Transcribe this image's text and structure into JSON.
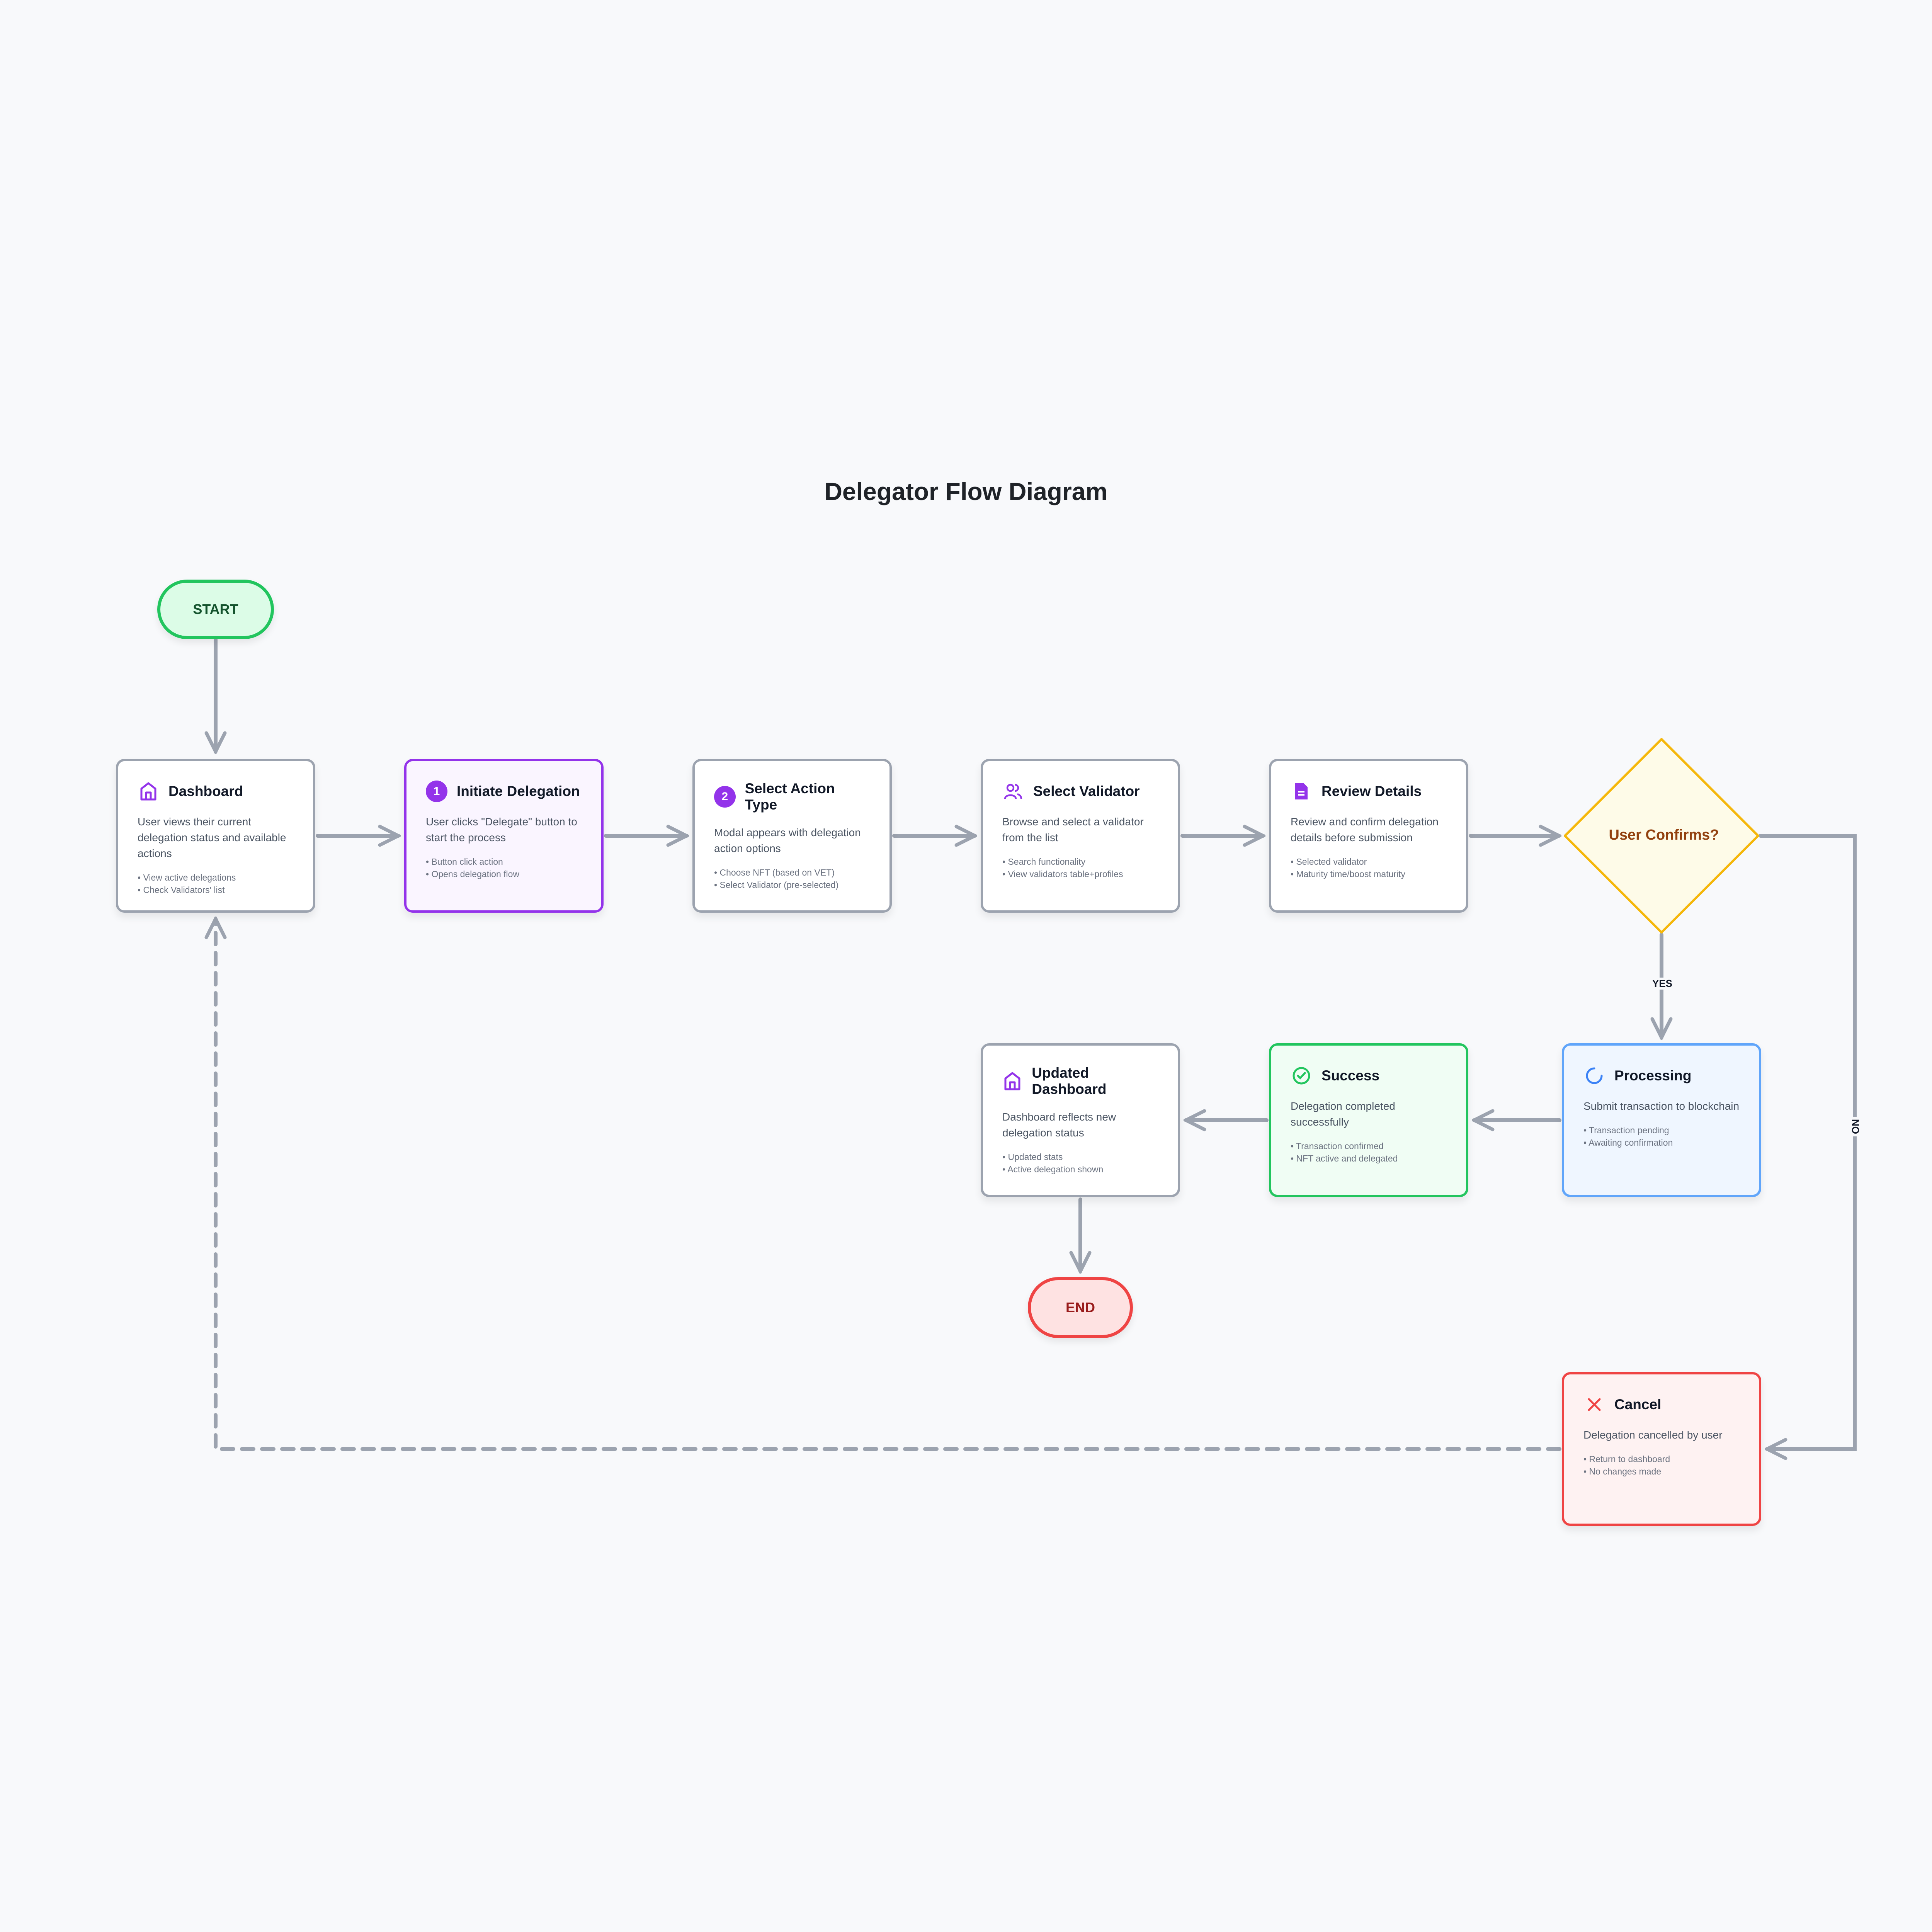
{
  "title": "Delegator Flow Diagram",
  "start": {
    "label": "START",
    "border": "#22c55e",
    "fill": "#dcfce7"
  },
  "end": {
    "label": "END",
    "border": "#ef4444",
    "fill": "#fee2e2",
    "text_color": "#991b1b"
  },
  "nodes": {
    "dashboard": {
      "title": "Dashboard",
      "icon": "home-icon",
      "desc": "User views their current delegation status and available actions",
      "bullets": [
        "View active delegations",
        "Check Validators' list"
      ]
    },
    "initiate": {
      "badge": "1",
      "title": "Initiate Delegation",
      "desc": "User clicks \"Delegate\" button to start the process",
      "bullets": [
        "Button click action",
        "Opens delegation flow"
      ]
    },
    "action_type": {
      "badge": "2",
      "title": "Select Action Type",
      "desc": "Modal appears with delegation action options",
      "bullets": [
        "Choose NFT (based on VET)",
        "Select Validator (pre-selected)"
      ]
    },
    "validator": {
      "title": "Select Validator",
      "icon": "users-icon",
      "desc": "Browse and select a validator from the list",
      "bullets": [
        "Search functionality",
        "View validators table+profiles"
      ]
    },
    "review": {
      "title": "Review Details",
      "icon": "document-icon",
      "desc": "Review and confirm delegation details before submission",
      "bullets": [
        "Selected validator",
        "Maturity time/boost maturity"
      ]
    },
    "processing": {
      "title": "Processing",
      "icon": "spinner-icon",
      "desc": "Submit transaction to blockchain",
      "bullets": [
        "Transaction pending",
        "Awaiting confirmation"
      ]
    },
    "success": {
      "title": "Success",
      "icon": "check-circle-icon",
      "desc": "Delegation completed successfully",
      "bullets": [
        "Transaction confirmed",
        "NFT active and delegated"
      ]
    },
    "updated": {
      "title": "Updated Dashboard",
      "icon": "home-icon",
      "desc": "Dashboard reflects new delegation status",
      "bullets": [
        "Updated stats",
        "Active delegation shown"
      ]
    },
    "cancel": {
      "title": "Cancel",
      "icon": "x-icon",
      "desc": "Delegation cancelled by user",
      "bullets": [
        "Return to dashboard",
        "No changes made"
      ]
    }
  },
  "decision": {
    "label": "User Confirms?",
    "yes": "YES",
    "no": "NO"
  },
  "colors": {
    "accent": "#9333ea",
    "edge": "#9ca3af",
    "processing": "#3b82f6",
    "success": "#22c55e",
    "cancel": "#ef4444",
    "decision": "#f5b70a"
  }
}
